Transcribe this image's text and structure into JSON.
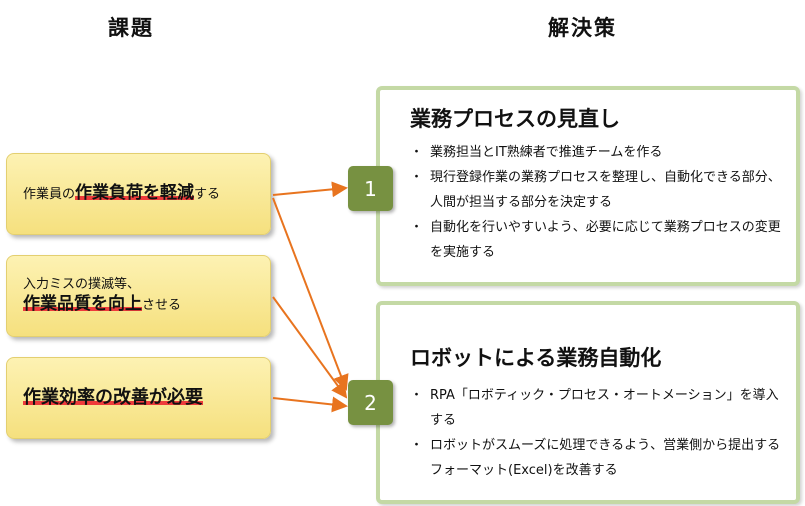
{
  "headings": {
    "left": "課題",
    "right": "解決策"
  },
  "issues": [
    {
      "pre": "作業員の",
      "emphasis": "作業負荷を軽減",
      "post": "する"
    },
    {
      "line1": "入力ミスの撲滅等、",
      "emphasis": "作業品質を向上",
      "post": "させる"
    },
    {
      "emphasis": "作業効率の改善が必要"
    }
  ],
  "solutions": [
    {
      "number": "1",
      "title": "業務プロセスの見直し",
      "bullets": [
        "業務担当とIT熟練者で推進チームを作る",
        "現行登録作業の業務プロセスを整理し、自動化できる部分、人間が担当する部分を決定する",
        "自動化を行いやすいよう、必要に応じて業務プロセスの変更を実施する"
      ]
    },
    {
      "number": "2",
      "title": "ロボットによる業務自動化",
      "bullets": [
        "RPA「ロボティック・プロセス・オートメーション」を導入する",
        "ロボットがスムーズに処理できるよう、営業側から提出するフォーマット(Excel)を改善する"
      ]
    }
  ],
  "colors": {
    "issue_fill": "#f7e38a",
    "emphasis_underline": "#ee3b3b",
    "arrow": "#e8741f",
    "number_box": "#779141",
    "solution_border": "#c4d9a5"
  }
}
